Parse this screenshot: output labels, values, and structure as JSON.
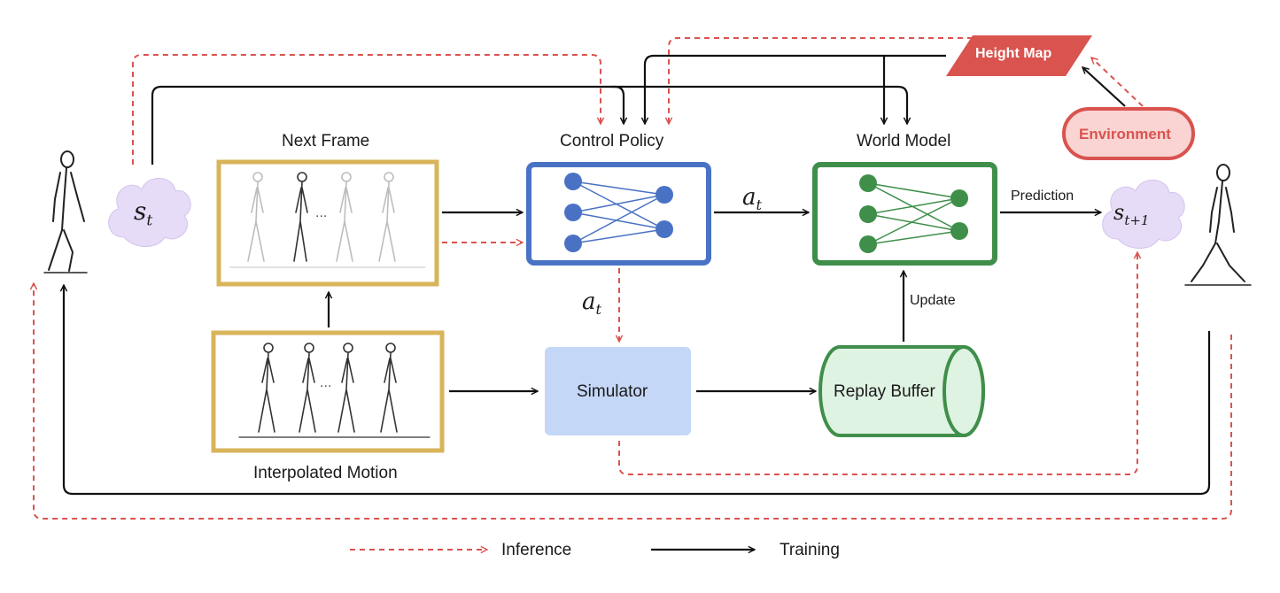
{
  "colors": {
    "inference": "#d9534f",
    "training": "#111111",
    "policy_border": "#4a72c4",
    "policy_node": "#4a72c4",
    "world_border": "#3f8f4a",
    "world_node": "#3f8f4a",
    "frame_border": "#d8b45a",
    "simulator_fill": "#c5d7f7",
    "buffer_fill": "#dff3e2",
    "buffer_border": "#3f8f4a",
    "height_map_fill": "#d9534f",
    "environment_fill": "#f9d4d2",
    "environment_border": "#d9534f",
    "cloud_fill": "#e7dcf7"
  },
  "labels": {
    "next_frame": "Next Frame",
    "control_policy": "Control Policy",
    "world_model": "World Model",
    "interpolated_motion": "Interpolated Motion",
    "simulator": "Simulator",
    "replay_buffer": "Replay Buffer",
    "height_map": "Height Map",
    "environment": "Environment",
    "prediction": "Prediction",
    "update": "Update",
    "action_top": "a",
    "action_top_sub": "t",
    "action_down": "a",
    "action_down_sub": "t",
    "state_current": "s",
    "state_current_sub": "t",
    "state_next": "s",
    "state_next_sub": "t+1",
    "frame_ellipsis": "...",
    "interp_ellipsis": "..."
  },
  "legend": {
    "inference": "Inference",
    "training": "Training"
  }
}
